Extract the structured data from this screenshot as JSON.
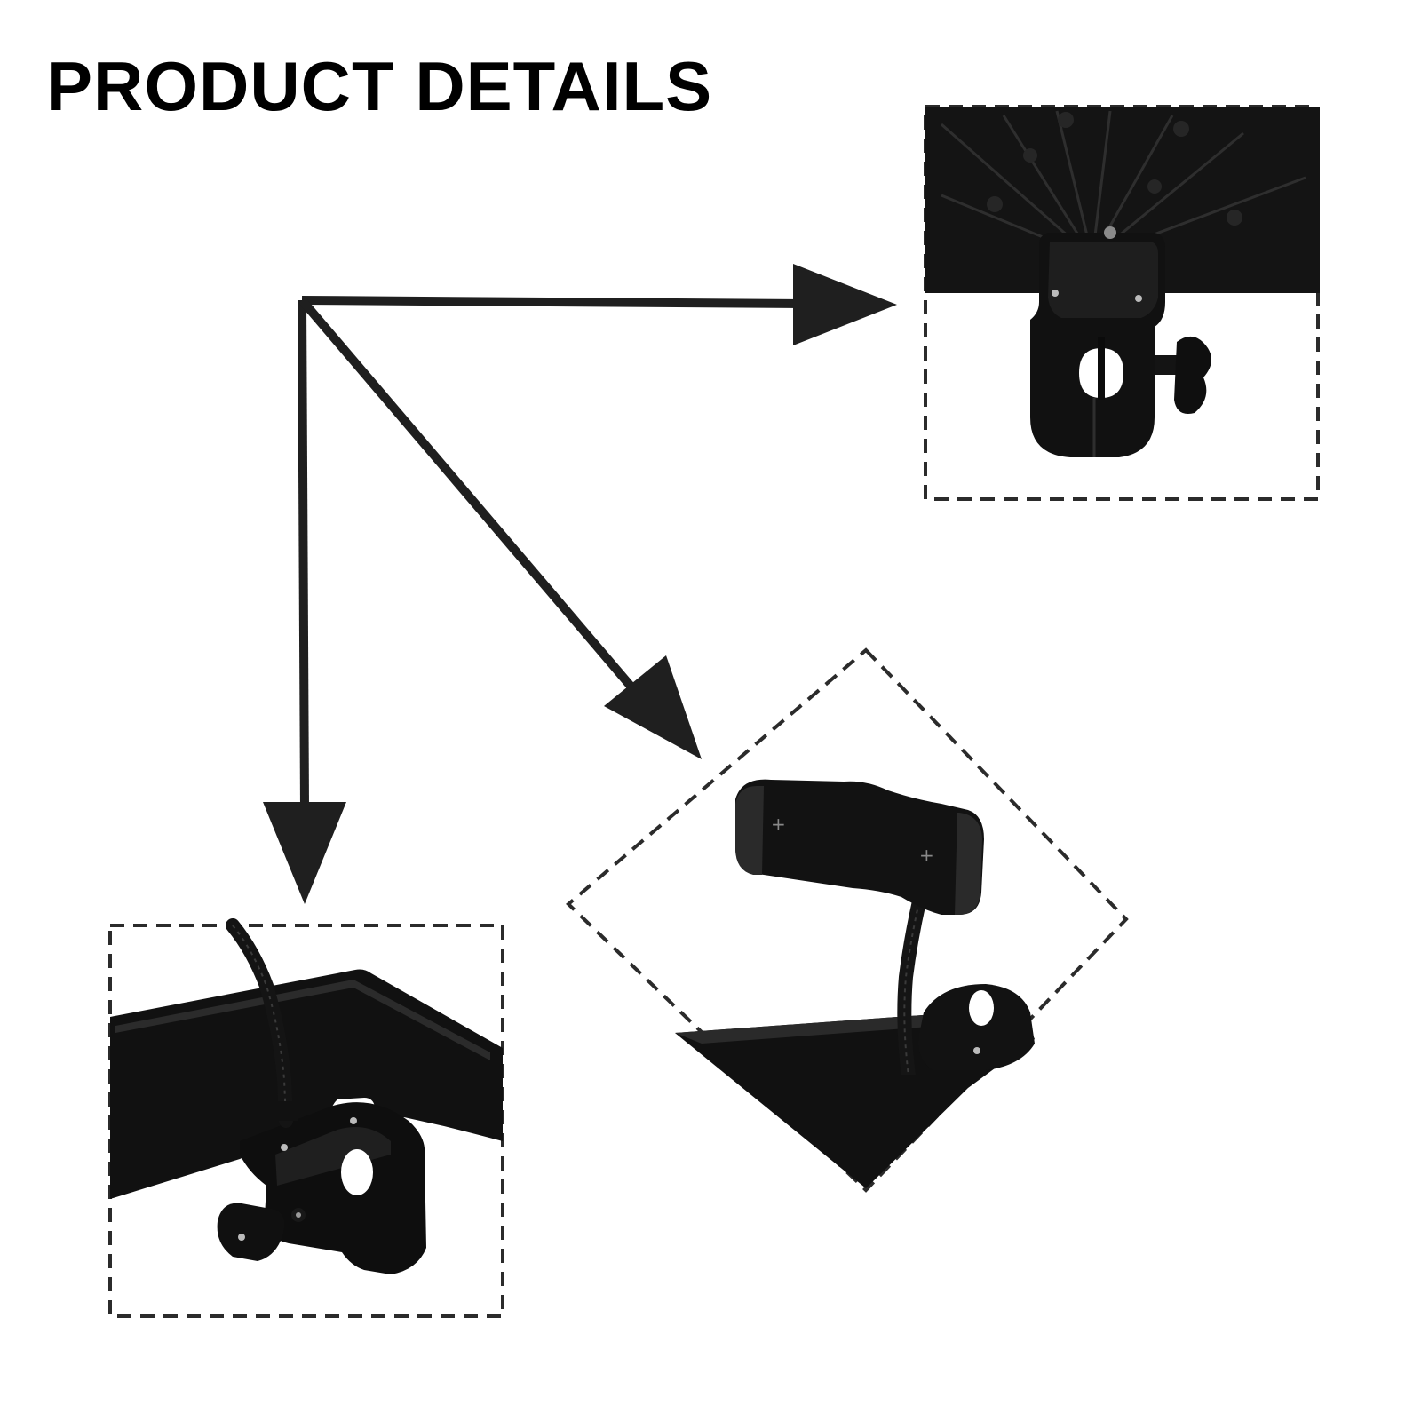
{
  "title": "PRODUCT DETAILS",
  "colors": {
    "background": "#ffffff",
    "ink": "#1f1f1f",
    "product": "#111111",
    "product_highlight": "#2a2a2a",
    "dash": "#2b2b2b"
  },
  "details": [
    {
      "name": "clamp-mount-detail"
    },
    {
      "name": "phone-holder-detail"
    },
    {
      "name": "tray-gooseneck-detail"
    }
  ]
}
